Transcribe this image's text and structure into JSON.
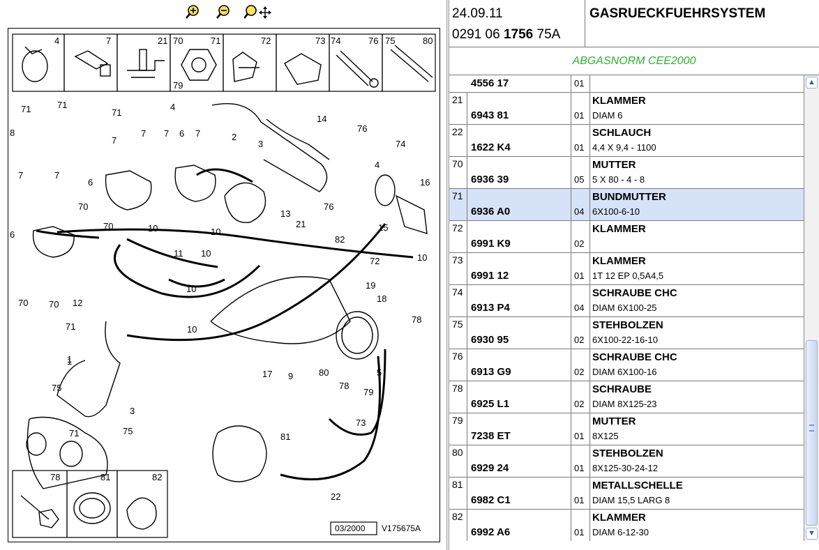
{
  "toolbar": {
    "zoom_in_icon": "zoom-in-icon",
    "zoom_out_icon": "zoom-out-icon",
    "zoom_pan_icon": "zoom-pan-icon"
  },
  "diagram": {
    "inset_top": [
      "4",
      "7",
      "21",
      "70",
      "71",
      "72",
      "73",
      "74",
      "76",
      "75",
      "80"
    ],
    "inset_top_sub": "79",
    "inset_bottom": [
      "78",
      "81",
      "82"
    ],
    "callouts": [
      "71",
      "71",
      "71",
      "8",
      "4",
      "2",
      "3",
      "14",
      "76",
      "74",
      "16",
      "4",
      "15",
      "76",
      "7",
      "7",
      "7",
      "6",
      "7",
      "7",
      "7",
      "6",
      "70",
      "70",
      "13",
      "10",
      "10",
      "21",
      "82",
      "11",
      "10",
      "10",
      "72",
      "10",
      "6",
      "70",
      "70",
      "12",
      "19",
      "18",
      "78",
      "71",
      "1",
      "10",
      "17",
      "9",
      "80",
      "78",
      "79",
      "5",
      "75",
      "3",
      "75",
      "71",
      "73",
      "81",
      "22",
      "1"
    ],
    "stamp_date": "03/2000",
    "stamp_ref": "V175675A"
  },
  "header": {
    "date": "24.09.11",
    "ref_prefix": "0291 06 ",
    "ref_bold": "1756",
    "ref_suffix": " 75A",
    "title": "GASRUECKFUEHRSYSTEM",
    "norm": "ABGASNORM CEE2000"
  },
  "parts": [
    {
      "pos": "",
      "ref": "4556 17",
      "qty": "01",
      "name": "",
      "spec": ""
    },
    {
      "pos": "21",
      "ref": "6943 81",
      "qty": "01",
      "name": "KLAMMER",
      "spec": "DIAM 6"
    },
    {
      "pos": "22",
      "ref": "1622 K4",
      "qty": "01",
      "name": "SCHLAUCH",
      "spec": "4,4 X 9,4 - 1100"
    },
    {
      "pos": "70",
      "ref": "6936 39",
      "qty": "05",
      "name": "MUTTER",
      "spec": "5 X 80 - 4 - 8"
    },
    {
      "pos": "71",
      "ref": "6936 A0",
      "qty": "04",
      "name": "BUNDMUTTER",
      "spec": "6X100-6-10"
    },
    {
      "pos": "72",
      "ref": "6991 K9",
      "qty": "02",
      "name": "KLAMMER",
      "spec": ""
    },
    {
      "pos": "73",
      "ref": "6991 12",
      "qty": "01",
      "name": "KLAMMER",
      "spec": "1T 12 EP 0,5A4,5"
    },
    {
      "pos": "74",
      "ref": "6913 P4",
      "qty": "04",
      "name": "SCHRAUBE CHC",
      "spec": "DIAM 6X100-25"
    },
    {
      "pos": "75",
      "ref": "6930 95",
      "qty": "02",
      "name": "STEHBOLZEN",
      "spec": "6X100-22-16-10"
    },
    {
      "pos": "76",
      "ref": "6913 G9",
      "qty": "02",
      "name": "SCHRAUBE CHC",
      "spec": "DIAM 6X100-16"
    },
    {
      "pos": "78",
      "ref": "6925 L1",
      "qty": "02",
      "name": "SCHRAUBE",
      "spec": "DIAM 8X125-23"
    },
    {
      "pos": "79",
      "ref": "7238 ET",
      "qty": "01",
      "name": "MUTTER",
      "spec": "8X125"
    },
    {
      "pos": "80",
      "ref": "6929 24",
      "qty": "01",
      "name": "STEHBOLZEN",
      "spec": "8X125-30-24-12"
    },
    {
      "pos": "81",
      "ref": "6982 C1",
      "qty": "01",
      "name": "METALLSCHELLE",
      "spec": "DIAM 15,5 LARG 8"
    },
    {
      "pos": "82",
      "ref": "6992 A6",
      "qty": "01",
      "name": "KLAMMER",
      "spec": "DIAM 6-12-30"
    }
  ],
  "selected_row_pos": "71",
  "colors": {
    "norm_text": "#2fb12f",
    "selected_row": "#d6e2f7",
    "zoom_icon": "#f0b400"
  },
  "scrollbar": {
    "up_icon": "scroll-up-arrow-icon",
    "down_icon": "scroll-down-arrow-icon"
  }
}
